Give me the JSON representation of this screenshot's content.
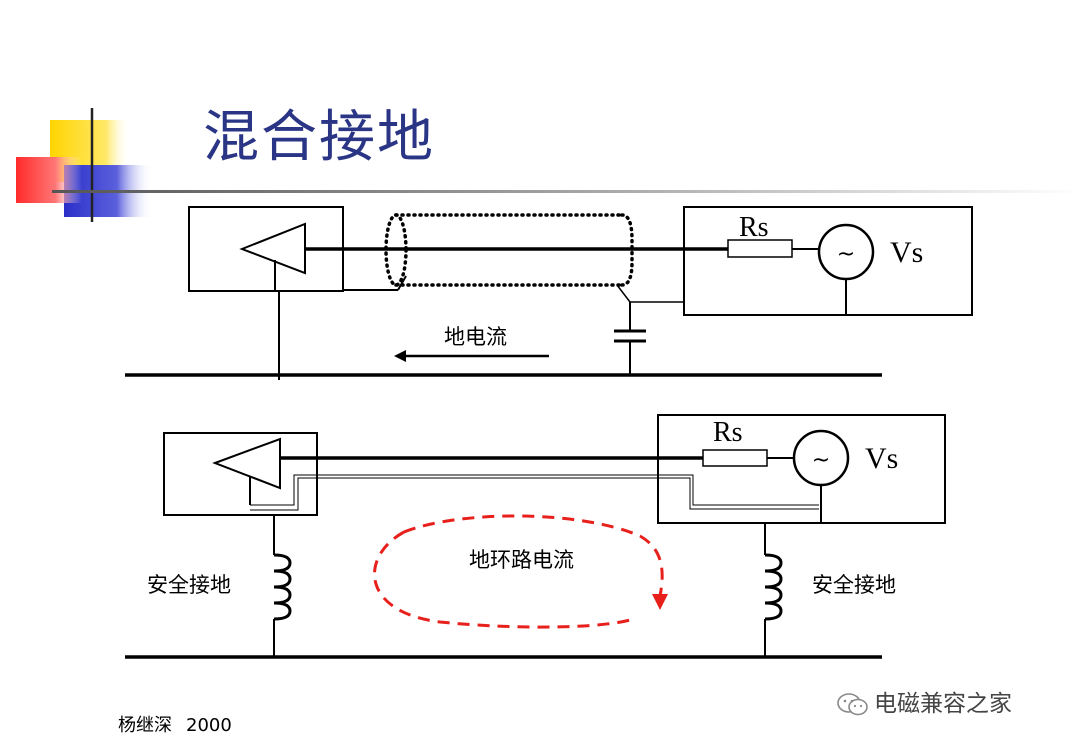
{
  "slide": {
    "title": "混合接地",
    "footer_author": "杨继深",
    "footer_year": "2000",
    "watermark": "电磁兼容之家",
    "watermark_icon": "wechat-icon"
  },
  "diagram_top": {
    "resistor_label": "Rs",
    "source_label": "Vs",
    "source_symbol": "~",
    "current_label": "地电流"
  },
  "diagram_bottom": {
    "resistor_label": "Rs",
    "source_label": "Vs",
    "source_symbol": "~",
    "loop_current_label": "地环路电流",
    "left_ground_label": "安全接地",
    "right_ground_label": "安全接地"
  },
  "colors": {
    "title": "#2a3585",
    "loop_arrow": "#e8201c",
    "accent_yellow": "#ffd400",
    "accent_red": "#ff2a2a",
    "accent_blue": "#2b2fc8"
  }
}
